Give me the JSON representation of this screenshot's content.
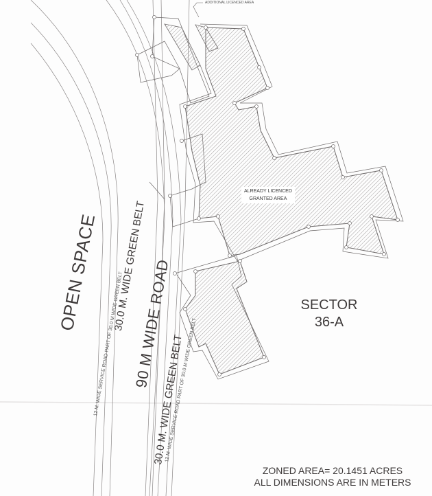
{
  "map": {
    "type": "site-plan",
    "labels": {
      "additional_area": "ADDITIONAL LICENCED AREA",
      "licenced_area_line1": "ALREADY LICENCED",
      "licenced_area_line2": "GRANTED AREA",
      "open_space": "OPEN SPACE",
      "road_main": "90 M WIDE ROAD",
      "green_belt_left": "30.0 M. WIDE GREEN BELT",
      "service_road_left": "12 M. WIDE SERVICE ROAD PART OF 30.0 M WIDE GREEN BELT",
      "green_belt_right": "30.0 M. WIDE GREEN BELT",
      "service_road_right": "12 M. WIDE SERVICE ROAD PART OF 30.0 M WIDE GREEN BELT",
      "sector_line1": "SECTOR",
      "sector_line2": "36-A"
    },
    "notes": {
      "zoned_area": "ZONED AREA= 20.1451 ACRES",
      "dimensions": "ALL DIMENSIONS ARE IN METERS"
    },
    "colors": {
      "line": "#6e6a6a",
      "hatch": "#8a8686",
      "text": "#3e3a3a",
      "background": "#fdfdfd"
    }
  }
}
